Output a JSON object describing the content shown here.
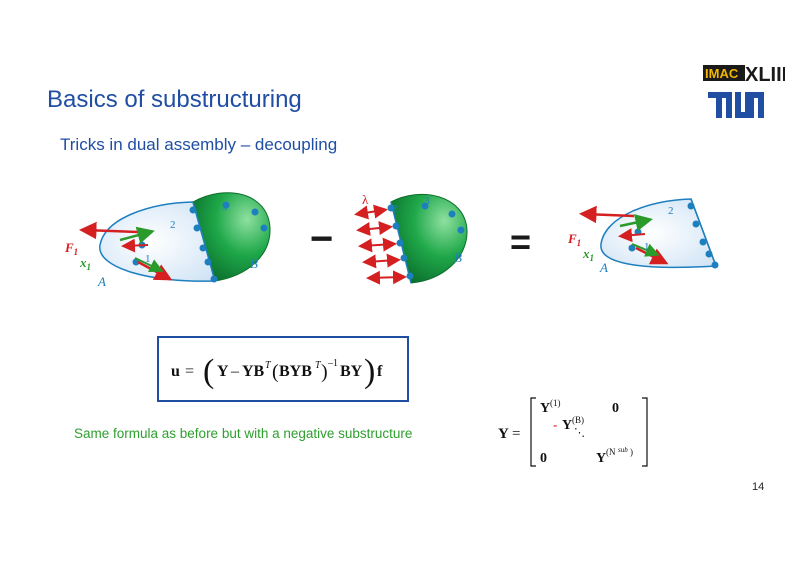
{
  "slide": {
    "title": "Basics of substructuring",
    "subtitle": "Tricks in dual assembly – decoupling",
    "note": "Same formula as before but with a negative substructure",
    "page_number": "14"
  },
  "logos": {
    "conference_logo_text": "IMAC XLIII",
    "university_logo_text": "TUM"
  },
  "diagrams": {
    "left": {
      "label_A": "A",
      "label_B": "B",
      "label_F": "F",
      "label_F_sub": "1",
      "label_x": "x",
      "label_x_sub": "1",
      "node1": "1",
      "node2": "2",
      "node3": "3"
    },
    "middle": {
      "label_lambda": "λ",
      "label_B": "B",
      "node2": "2",
      "node3": "3"
    },
    "right": {
      "label_A": "A",
      "label_F": "F",
      "label_F_sub": "1",
      "label_x": "x",
      "label_x_sub": "1",
      "node1": "1",
      "node2": "2"
    },
    "minus_sign": "−",
    "equals_sign": "="
  },
  "colors": {
    "title_blue": "#1f4ea3",
    "note_green": "#2ea02e",
    "substructure_A_fill": "#dbeaf7",
    "substructure_B_fill": "#1fa84a",
    "force_red": "#d42020",
    "node_teal": "#1e7fbf"
  }
}
